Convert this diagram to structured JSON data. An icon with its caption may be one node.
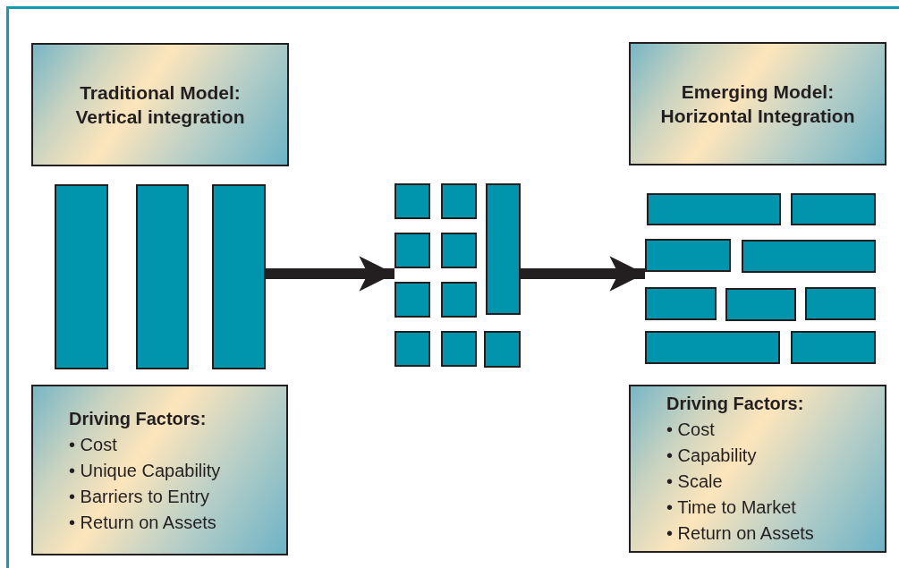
{
  "diagram": {
    "nodes": [
      {
        "text": [
          "Traditional Model: Vertical integration"
        ]
      },
      {
        "text": [],
        "shape": "bar"
      },
      {
        "text": [],
        "shape": "bar"
      },
      {
        "text": [],
        "shape": "bar"
      },
      {
        "text": [
          "Driving Factors:",
          "• Cost",
          "• Unique Capability",
          "• Barriers to Entry",
          "• Return on Assets"
        ]
      },
      {
        "text": [],
        "shape": "box"
      },
      {
        "text": [],
        "shape": "box"
      },
      {
        "text": [],
        "shape": "bar"
      },
      {
        "text": [],
        "shape": "box"
      },
      {
        "text": [],
        "shape": "box"
      },
      {
        "text": [],
        "shape": "box"
      },
      {
        "text": [],
        "shape": "box"
      },
      {
        "text": [],
        "shape": "box"
      },
      {
        "text": [],
        "shape": "box"
      },
      {
        "text": [],
        "shape": "box"
      },
      {
        "text": [
          "Emerging Model: Horizontal Integration"
        ]
      },
      {
        "text": [],
        "shape": "bar"
      },
      {
        "text": [],
        "shape": "bar"
      },
      {
        "text": [],
        "shape": "bar"
      },
      {
        "text": [],
        "shape": "bar"
      },
      {
        "text": [],
        "shape": "bar"
      },
      {
        "text": [],
        "shape": "bar"
      },
      {
        "text": [],
        "shape": "bar"
      },
      {
        "text": [],
        "shape": "bar"
      },
      {
        "text": [],
        "shape": "bar"
      },
      {
        "text": [
          "Driving Factors:",
          "• Cost",
          "• Capability",
          "• Scale",
          "• Time to Market",
          "• Return on Assets"
        ]
      }
    ],
    "edges": [
      {
        "from": 3,
        "to": 8,
        "arrow": "to"
      },
      {
        "from": 7,
        "to": 18,
        "arrow": "to"
      }
    ]
  }
}
